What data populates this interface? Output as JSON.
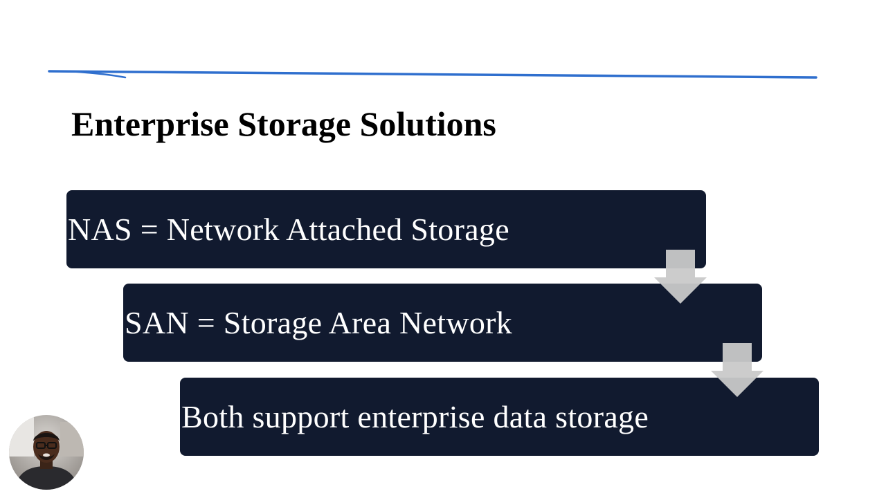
{
  "slide": {
    "title": "Enterprise Storage Solutions",
    "items": [
      {
        "text": "NAS = Network Attached Storage"
      },
      {
        "text": "SAN = Storage Area Network"
      },
      {
        "text": "Both support enterprise data storage"
      }
    ]
  },
  "colors": {
    "rule": "#2f6fce",
    "box": "#111a2f",
    "box_text": "#ffffff",
    "arrow": "#c9c9c9",
    "background": "#ffffff"
  },
  "icons": {
    "down_arrow": "down-arrow-icon",
    "presenter": "presenter-webcam"
  }
}
